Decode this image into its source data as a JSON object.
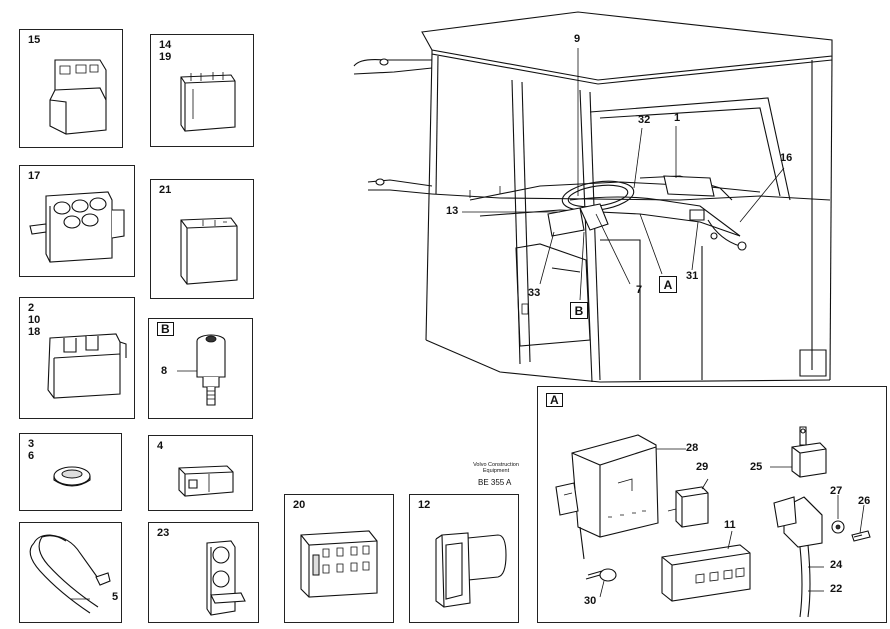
{
  "panels": {
    "p15": "15",
    "p14": "14\n19",
    "p17": "17",
    "p21": "21",
    "p2": "2\n10\n18",
    "pB": "B",
    "p3": "3\n6",
    "p4": "4",
    "p5": "5",
    "p23": "23",
    "p20": "20",
    "p12": "12",
    "pA": "A"
  },
  "callouts": {
    "c8": "8",
    "c5": "5",
    "c9": "9",
    "c32": "32",
    "c1": "1",
    "c16": "16",
    "c13": "13",
    "c31": "31",
    "c7": "7",
    "c33": "33",
    "c28": "28",
    "c29": "29",
    "c25": "25",
    "c27": "27",
    "c26": "26",
    "c11": "11",
    "c24": "24",
    "c22": "22",
    "c30": "30"
  },
  "tags": {
    "tagA": "A",
    "tagB": "B"
  },
  "caption": {
    "line1": "Volvo Construction",
    "line2": "Equipment",
    "code": "BE 355 A"
  }
}
